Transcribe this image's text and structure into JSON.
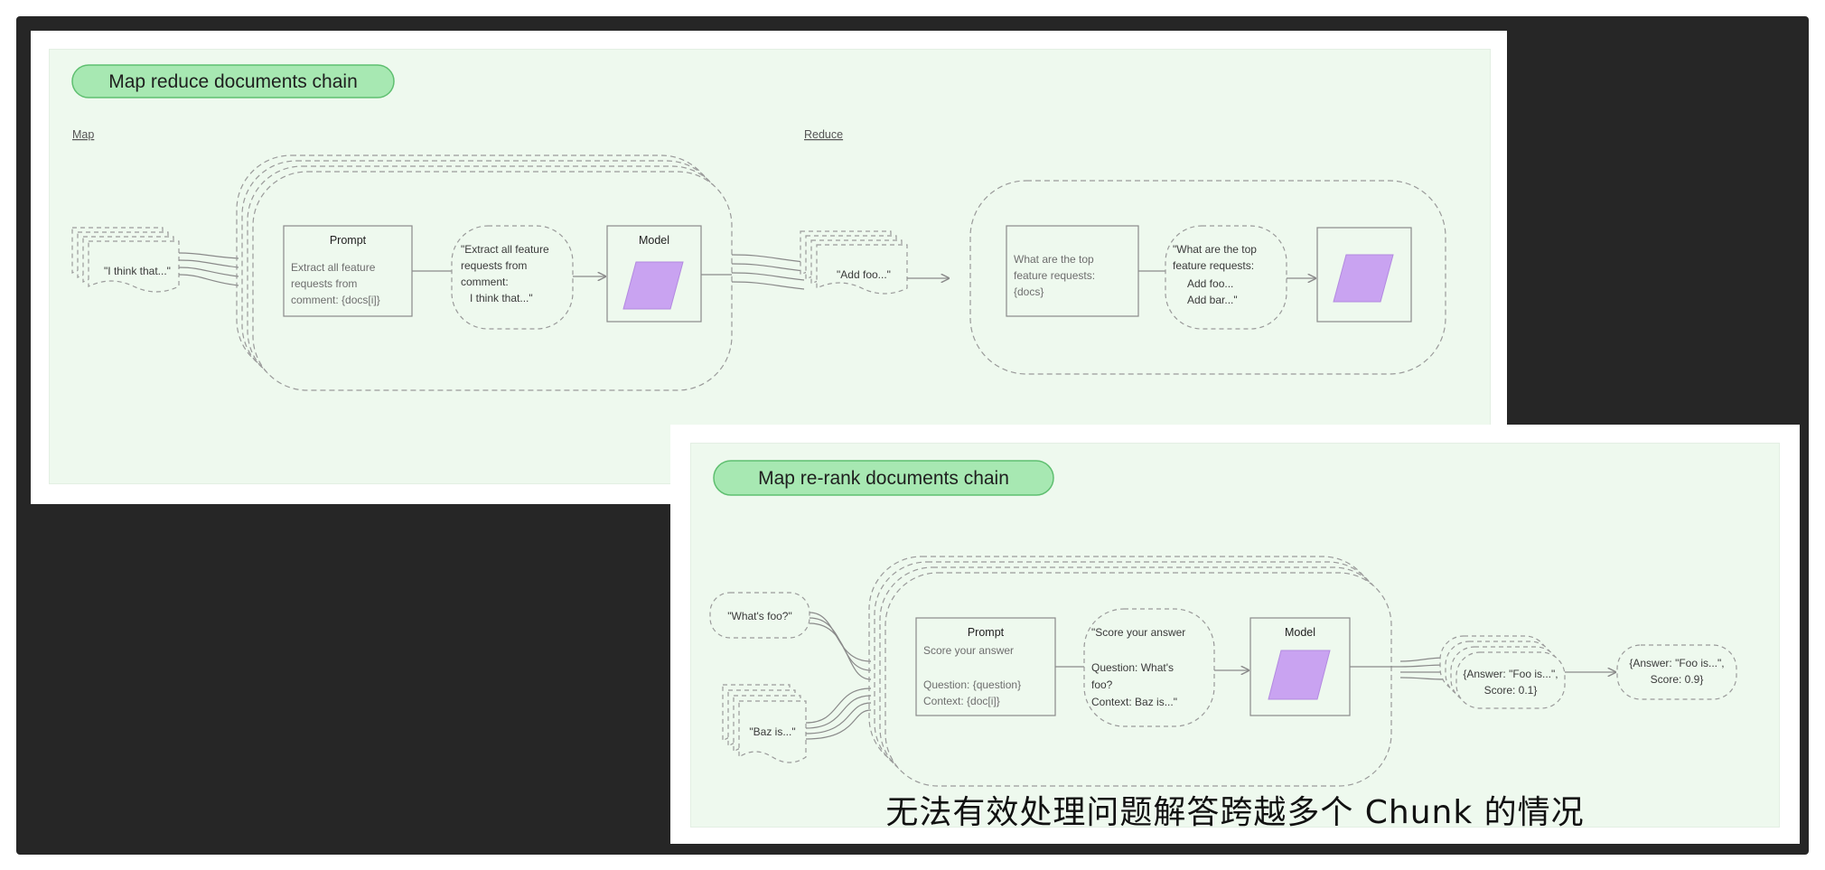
{
  "map_reduce": {
    "title": "Map reduce documents chain",
    "map_label": "Map",
    "reduce_label": "Reduce",
    "input_doc": "\"I think that...\"",
    "prompt_title": "Prompt",
    "prompt_lines": [
      "Extract all feature",
      "requests from",
      "comment: {docs[i]}"
    ],
    "filled_prompt_lines": [
      "\"Extract all feature",
      "requests from",
      "comment:",
      "I think that...\""
    ],
    "model_title": "Model",
    "map_output": "\"Add foo...\"",
    "reduce_prompt_lines": [
      "What are the top",
      "feature requests:",
      "{docs}"
    ],
    "reduce_filled_lines": [
      "\"What are the top",
      "feature requests:",
      "Add foo...",
      "Add bar...\""
    ]
  },
  "map_rerank": {
    "title": "Map re-rank documents chain",
    "question": "\"What's foo?\"",
    "input_doc": "\"Baz is...\"",
    "prompt_title": "Prompt",
    "prompt_lines": [
      "Score your answer",
      "",
      "Question: {question}",
      "Context: {doc[i]}"
    ],
    "filled_prompt_lines": [
      "\"Score your answer",
      "",
      "Question: What's",
      "foo?",
      "Context: Baz is...\""
    ],
    "model_title": "Model",
    "output_lines": [
      "{Answer: \"Foo is...\",",
      "Score: 0.1}"
    ],
    "final_lines": [
      "{Answer: \"Foo is...\",",
      "Score: 0.9}"
    ]
  },
  "subtitle": "无法有效处理问题解答跨越多个 Chunk 的情况",
  "colors": {
    "panel_bg": "#eef9ee",
    "pill_fill": "#a7e8b2",
    "pill_stroke": "#5fbf70",
    "model_shape": "#c9a3f1",
    "dashed_stroke": "#9a9a9a",
    "frame_bg": "#262626"
  }
}
